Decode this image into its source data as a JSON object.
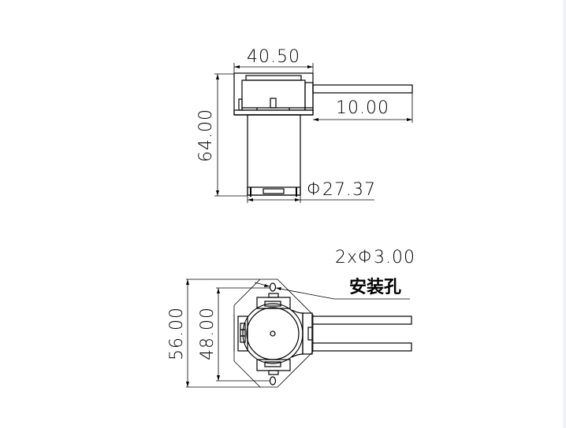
{
  "drawing": {
    "top_view": {
      "width_dim": "40.50",
      "height_dim": "64.00",
      "tube_dim": "10.00",
      "diameter_dim": "Φ27.37"
    },
    "bottom_view": {
      "holes_dim": "2xΦ3.00",
      "holes_label": "安装孔",
      "outer_height_dim": "56.00",
      "inner_height_dim": "48.00"
    },
    "colors": {
      "line": "#000000",
      "background": "#ffffff",
      "edge": "#eef2fb"
    }
  }
}
